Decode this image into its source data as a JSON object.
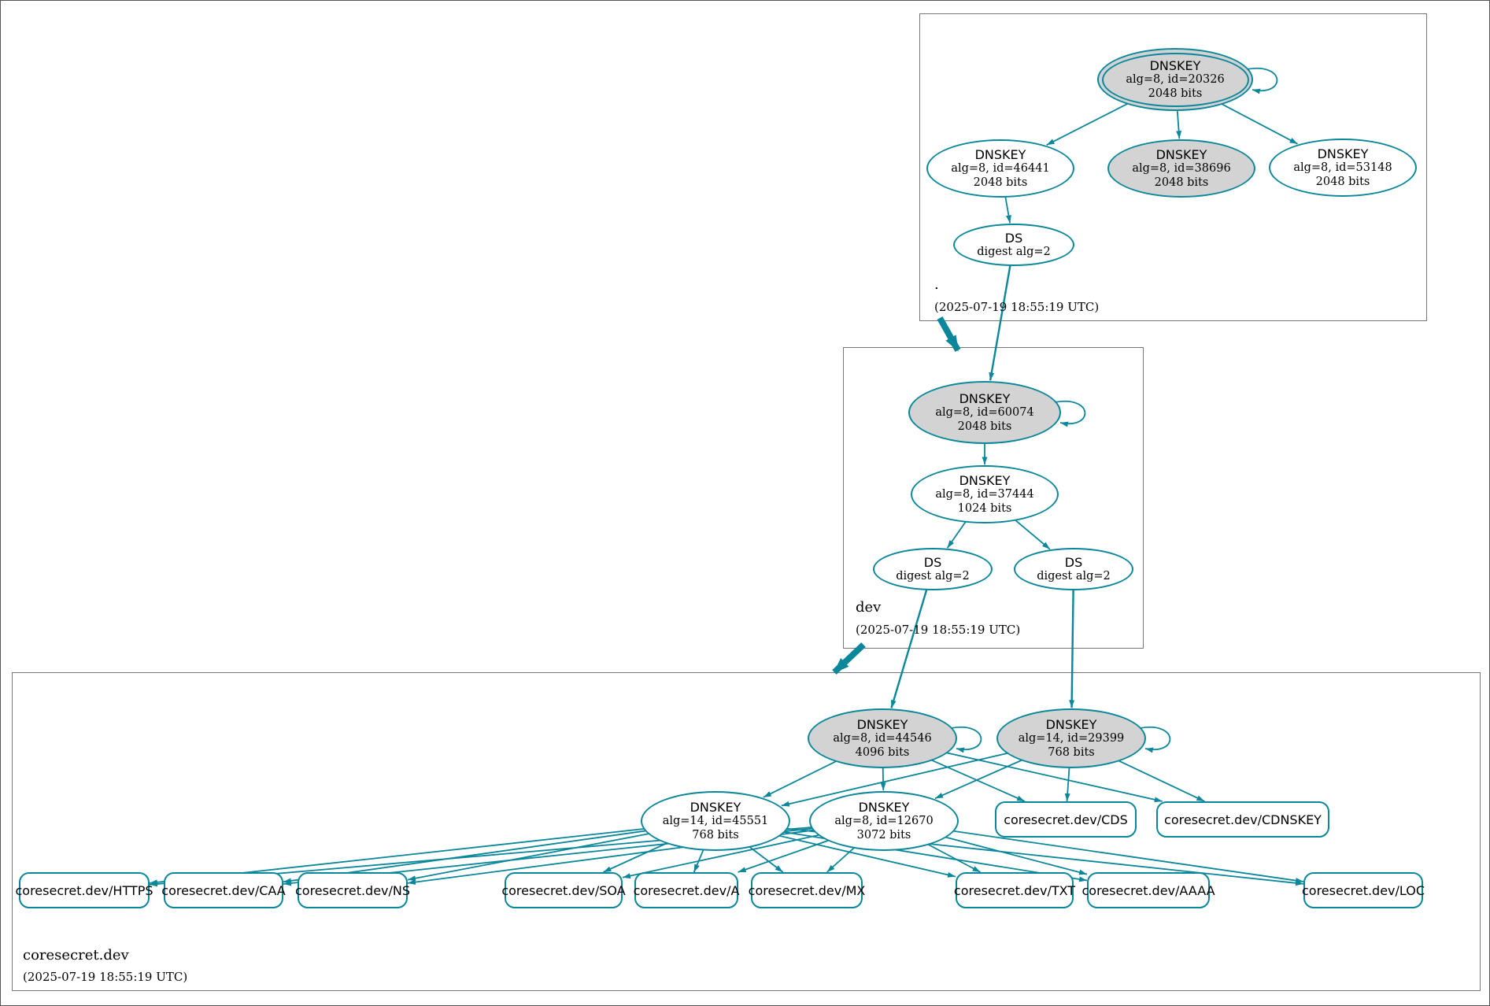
{
  "colors": {
    "secure": "#0a879a",
    "ksk_fill": "#d3d3d3",
    "node_fill": "#ffffff",
    "zone_border": "#767676"
  },
  "zones": {
    "root": {
      "label": ".",
      "timestamp": "(2025-07-19 18:55:19 UTC)",
      "nodes": {
        "ksk_20326": {
          "title": "DNSKEY",
          "line1": "alg=8, id=20326",
          "line2": "2048 bits"
        },
        "zsk_46441": {
          "title": "DNSKEY",
          "line1": "alg=8, id=46441",
          "line2": "2048 bits"
        },
        "ksk_38696": {
          "title": "DNSKEY",
          "line1": "alg=8, id=38696",
          "line2": "2048 bits"
        },
        "zsk_53148": {
          "title": "DNSKEY",
          "line1": "alg=8, id=53148",
          "line2": "2048 bits"
        },
        "ds_dev": {
          "title": "DS",
          "line1": "digest alg=2"
        }
      }
    },
    "dev": {
      "label": "dev",
      "timestamp": "(2025-07-19 18:55:19 UTC)",
      "nodes": {
        "ksk_60074": {
          "title": "DNSKEY",
          "line1": "alg=8, id=60074",
          "line2": "2048 bits"
        },
        "zsk_37444": {
          "title": "DNSKEY",
          "line1": "alg=8, id=37444",
          "line2": "1024 bits"
        },
        "ds_coresecret_1": {
          "title": "DS",
          "line1": "digest alg=2"
        },
        "ds_coresecret_2": {
          "title": "DS",
          "line1": "digest alg=2"
        }
      }
    },
    "coresecret": {
      "label": "coresecret.dev",
      "timestamp": "(2025-07-19 18:55:19 UTC)",
      "nodes": {
        "ksk_44546": {
          "title": "DNSKEY",
          "line1": "alg=8, id=44546",
          "line2": "4096 bits"
        },
        "ksk_29399": {
          "title": "DNSKEY",
          "line1": "alg=14, id=29399",
          "line2": "768 bits"
        },
        "zsk_45551": {
          "title": "DNSKEY",
          "line1": "alg=14, id=45551",
          "line2": "768 bits"
        },
        "zsk_12670": {
          "title": "DNSKEY",
          "line1": "alg=8, id=12670",
          "line2": "3072 bits"
        }
      },
      "rrsets": {
        "cds": "coresecret.dev/CDS",
        "cdnskey": "coresecret.dev/CDNSKEY",
        "https": "coresecret.dev/HTTPS",
        "caa": "coresecret.dev/CAA",
        "ns": "coresecret.dev/NS",
        "soa": "coresecret.dev/SOA",
        "a": "coresecret.dev/A",
        "mx": "coresecret.dev/MX",
        "txt": "coresecret.dev/TXT",
        "aaaa": "coresecret.dev/AAAA",
        "loc": "coresecret.dev/LOC"
      }
    }
  }
}
